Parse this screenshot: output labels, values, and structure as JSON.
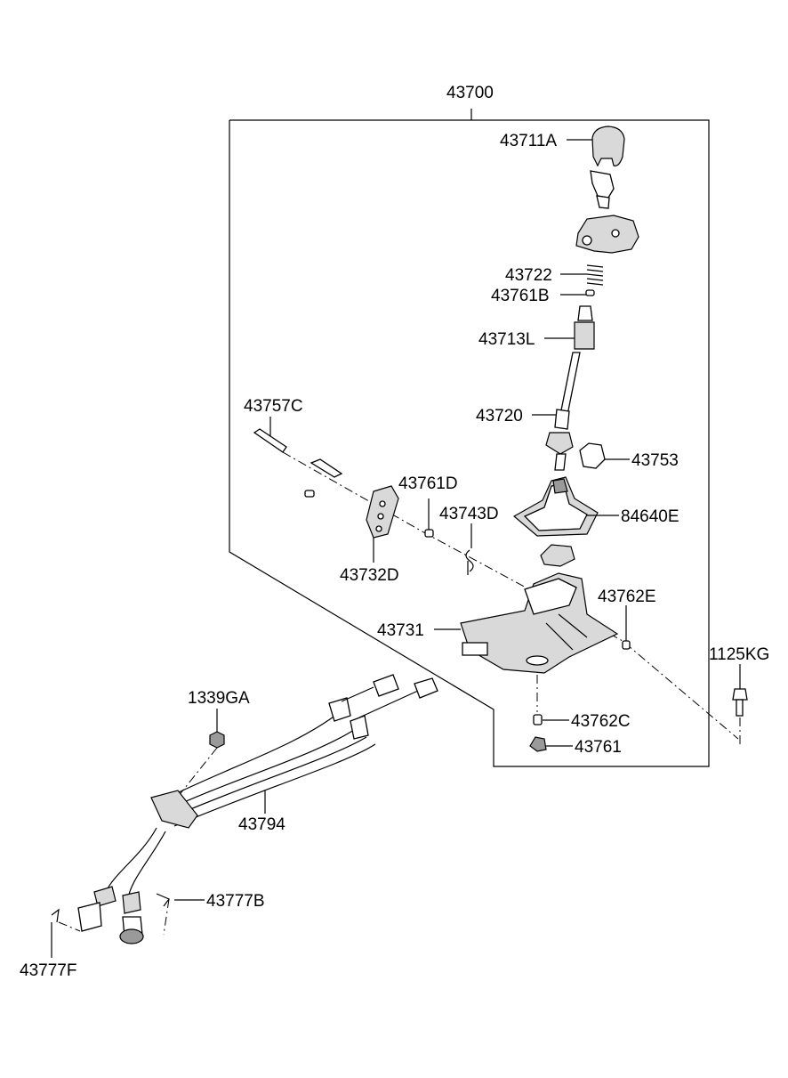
{
  "assembly_label": "43700",
  "labels": {
    "p43711A": "43711A",
    "p43722": "43722",
    "p43761B": "43761B",
    "p43713L": "43713L",
    "p43757C": "43757C",
    "p43720": "43720",
    "p43753": "43753",
    "p43761D": "43761D",
    "p43743D": "43743D",
    "p84640E": "84640E",
    "p43732D": "43732D",
    "p43762E": "43762E",
    "p43731": "43731",
    "p1125KG": "1125KG",
    "p1339GA": "1339GA",
    "p43762C": "43762C",
    "p43761": "43761",
    "p43794": "43794",
    "p43777B": "43777B",
    "p43777F": "43777F"
  }
}
